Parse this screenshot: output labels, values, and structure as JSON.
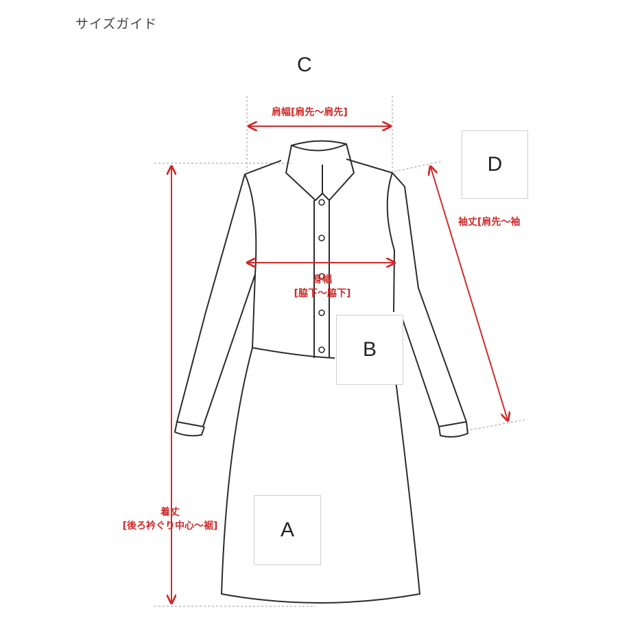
{
  "page": {
    "title": "サイズガイド"
  },
  "letters": {
    "a": "A",
    "b": "B",
    "c": "C",
    "d": "D"
  },
  "measurements": {
    "shoulder": "肩幅[肩先〜肩先]",
    "width_line1": "身幅",
    "width_line2": "[脇下〜脇下]",
    "length_line1": "着丈",
    "length_line2": "[後ろ衿ぐり中心〜裾]",
    "sleeve": "袖丈[肩先〜袖"
  },
  "colors": {
    "measure_red": "#d02a2a",
    "outline": "#2b2b2b",
    "guide": "#9a9a9a",
    "box_border": "#cfcfcf"
  }
}
